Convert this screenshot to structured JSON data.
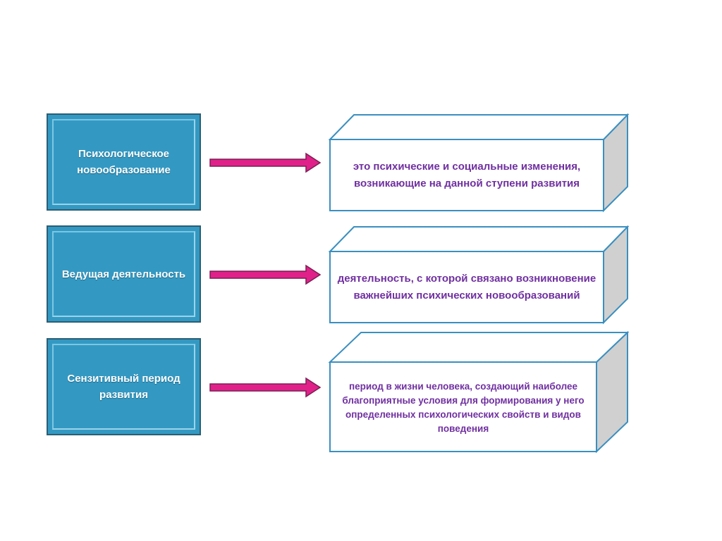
{
  "rows": [
    {
      "term": "Психологическое новообразование",
      "definition": "это психические и социальные изменения, возникающие на данной ступени развития"
    },
    {
      "term": "Ведущая деятельность",
      "definition": "деятельность, с которой связано возникновение важнейших психических новообразований"
    },
    {
      "term": "Сензитивный период развития",
      "definition": "период в жизни человека, создающий наиболее благоприятные условия для формирования у него определенных психологических свойств и видов поведения"
    }
  ],
  "colors": {
    "term_fill": "#3399c3",
    "term_border": "#2b5e73",
    "term_inner_border": "#7cc6e3",
    "term_text": "#ffffff",
    "arrow_fill": "#e0218a",
    "arrow_stroke": "#7a1f52",
    "box_border": "#3a8fc0",
    "box_side": "#d0d0d0",
    "definition_text": "#7030a0"
  }
}
